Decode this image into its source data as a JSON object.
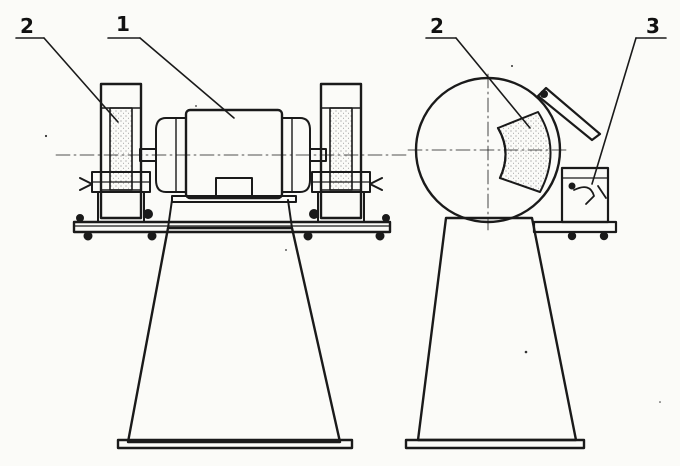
{
  "figure": {
    "stroke_color": "#1a1a1a",
    "paper_color": "#fbfbf8",
    "stipple_color": "#6a6a6a",
    "front_view": {
      "labels": {
        "wheel_left": "2",
        "motor": "1"
      }
    },
    "side_view": {
      "labels": {
        "wheel": "2",
        "rest": "3"
      }
    }
  }
}
